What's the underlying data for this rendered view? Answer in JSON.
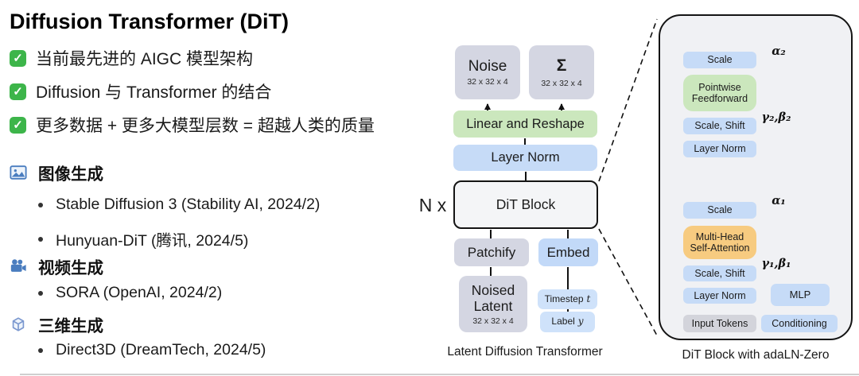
{
  "left": {
    "title": "Diffusion Transformer (DiT)",
    "checklist": [
      "当前最先进的 AIGC 模型架构",
      "Diffusion 与 Transformer 的结合",
      "更多数据 + 更多大模型层数 = 超越人类的质量"
    ],
    "sections": [
      {
        "title": "图像生成",
        "icon": "image-icon",
        "bullets": [
          "Stable Diffusion 3 (Stability AI, 2024/2)",
          "Hunyuan-DiT (腾讯, 2024/5)"
        ]
      },
      {
        "title": "视频生成",
        "icon": "video-camera-icon",
        "bullets": [
          "SORA (OpenAI, 2024/2)"
        ]
      },
      {
        "title": "三维生成",
        "icon": "cube-icon",
        "bullets": [
          "Direct3D (DreamTech, 2024/5)"
        ]
      }
    ]
  },
  "ldt": {
    "multiplier": "N x",
    "noise_label": "Noise",
    "noise_dims": "32 x 32 x 4",
    "sigma_label": "Σ",
    "sigma_dims": "32 x 32 x 4",
    "linear_reshape": "Linear and Reshape",
    "layer_norm": "Layer Norm",
    "dit_block": "DiT Block",
    "patchify": "Patchify",
    "embed": "Embed",
    "noised_latent_label": "Noised Latent",
    "noised_latent_dims": "32 x 32 x 4",
    "timestep_label": "Timestep",
    "timestep_var": "t",
    "label_label": "Label",
    "label_var": "y",
    "caption": "Latent Diffusion Transformer"
  },
  "dit": {
    "scale_top": "Scale",
    "pointwise_feedforward": "Pointwise Feedforward",
    "scale_shift_top": "Scale, Shift",
    "layer_norm_top": "Layer Norm",
    "alpha2": "α₂",
    "gamma_beta2": "γ₂,β₂",
    "scale_bottom": "Scale",
    "mhsa": "Multi-Head Self-Attention",
    "scale_shift_bottom": "Scale, Shift",
    "layer_norm_bottom": "Layer Norm",
    "alpha1": "α₁",
    "gamma_beta1": "γ₁,β₁",
    "input_tokens": "Input Tokens",
    "mlp": "MLP",
    "conditioning": "Conditioning",
    "caption": "DiT Block with adaLN-Zero"
  },
  "colors": {
    "blue_box": "#c6dbf7",
    "light_blue_box": "#cfe2fa",
    "green_box": "#cbe7bd",
    "orange_box": "#f7cb80",
    "gray_box": "#d4d6e2",
    "panel_bg": "#f0f1f4",
    "check_green": "#3db54a",
    "icon_blue": "#4a7dbf",
    "line": "#111111"
  }
}
